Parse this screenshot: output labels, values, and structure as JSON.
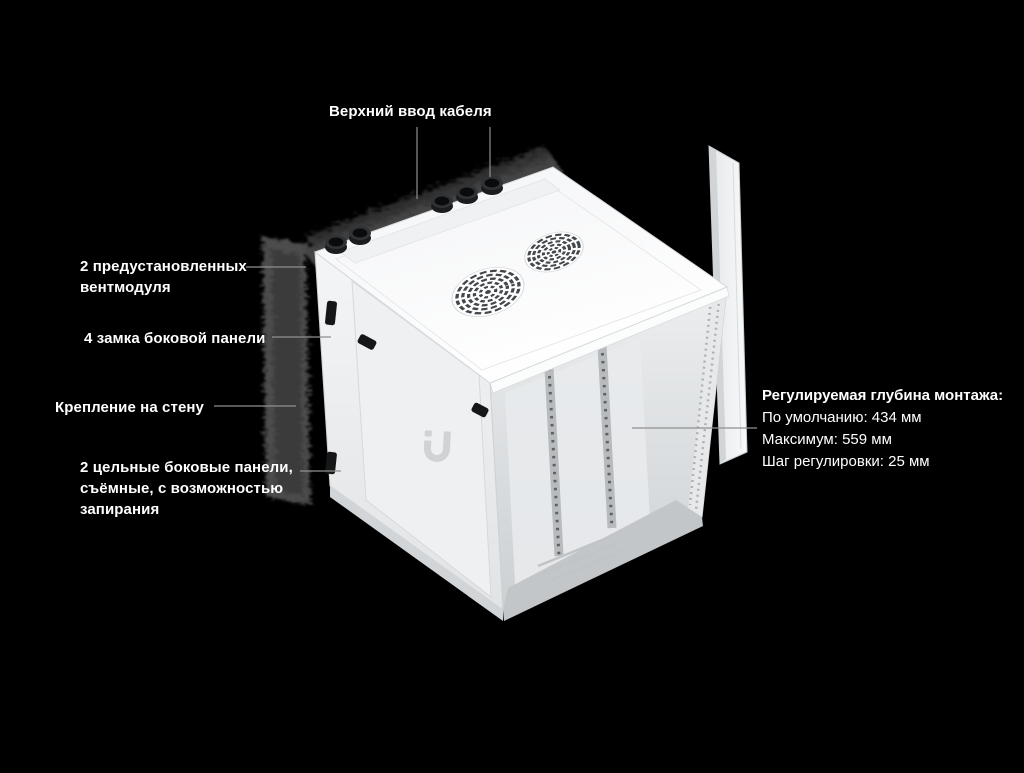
{
  "page": {
    "background": "#000000",
    "text_color": "#ffffff",
    "leader_line_color": "#8f8f8f",
    "cabinet_color": "#f2f3f4"
  },
  "product": {
    "illustration": "wall-mount-rack-cabinet",
    "brand_mark": "ubiquiti-u-logo"
  },
  "labels": {
    "top_cable": "Верхний ввод кабеля",
    "fan_modules": "2 предустановленных\nвентмодуля",
    "side_locks": "4 замка боковой панели",
    "wall_mount": "Крепление на стену",
    "side_panels": "2 цельные боковые панели,\nсъёмные, с возможностью\nзапирания"
  },
  "spec": {
    "title": "Регулируемая глубина монтажа:",
    "lines": [
      "По умолчанию: 434 мм",
      "Максимум: 559 мм",
      "Шаг регулировки: 25 мм"
    ]
  }
}
